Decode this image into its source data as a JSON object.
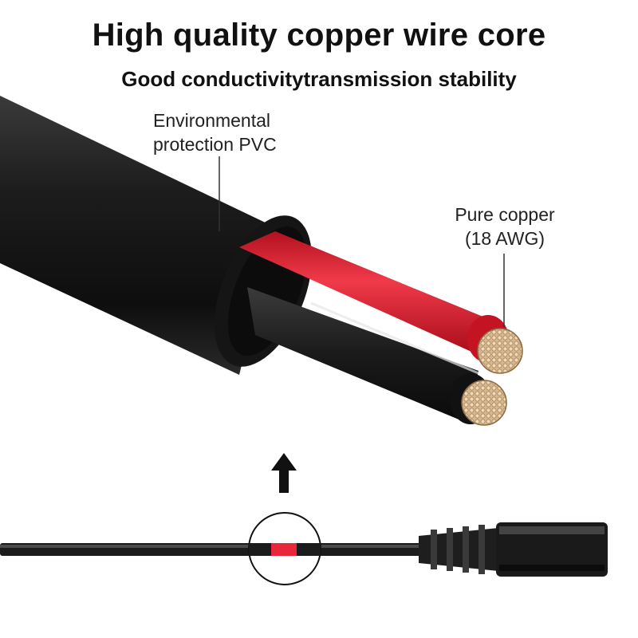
{
  "headline": "High quality copper wire core",
  "subhead": "Good conductivitytransmission stability",
  "labels": {
    "pvc_line1": "Environmental",
    "pvc_line2": "protection PVC",
    "copper_line1": "Pure copper",
    "copper_line2": "(18 AWG)"
  },
  "colors": {
    "jacket": "#1a1a1a",
    "red_insulation": "#e8283a",
    "copper": "#d8b78e",
    "background": "#ffffff"
  },
  "icons": {
    "arrow": "up-arrow-icon",
    "magnifier": "magnifier-circle-icon"
  }
}
